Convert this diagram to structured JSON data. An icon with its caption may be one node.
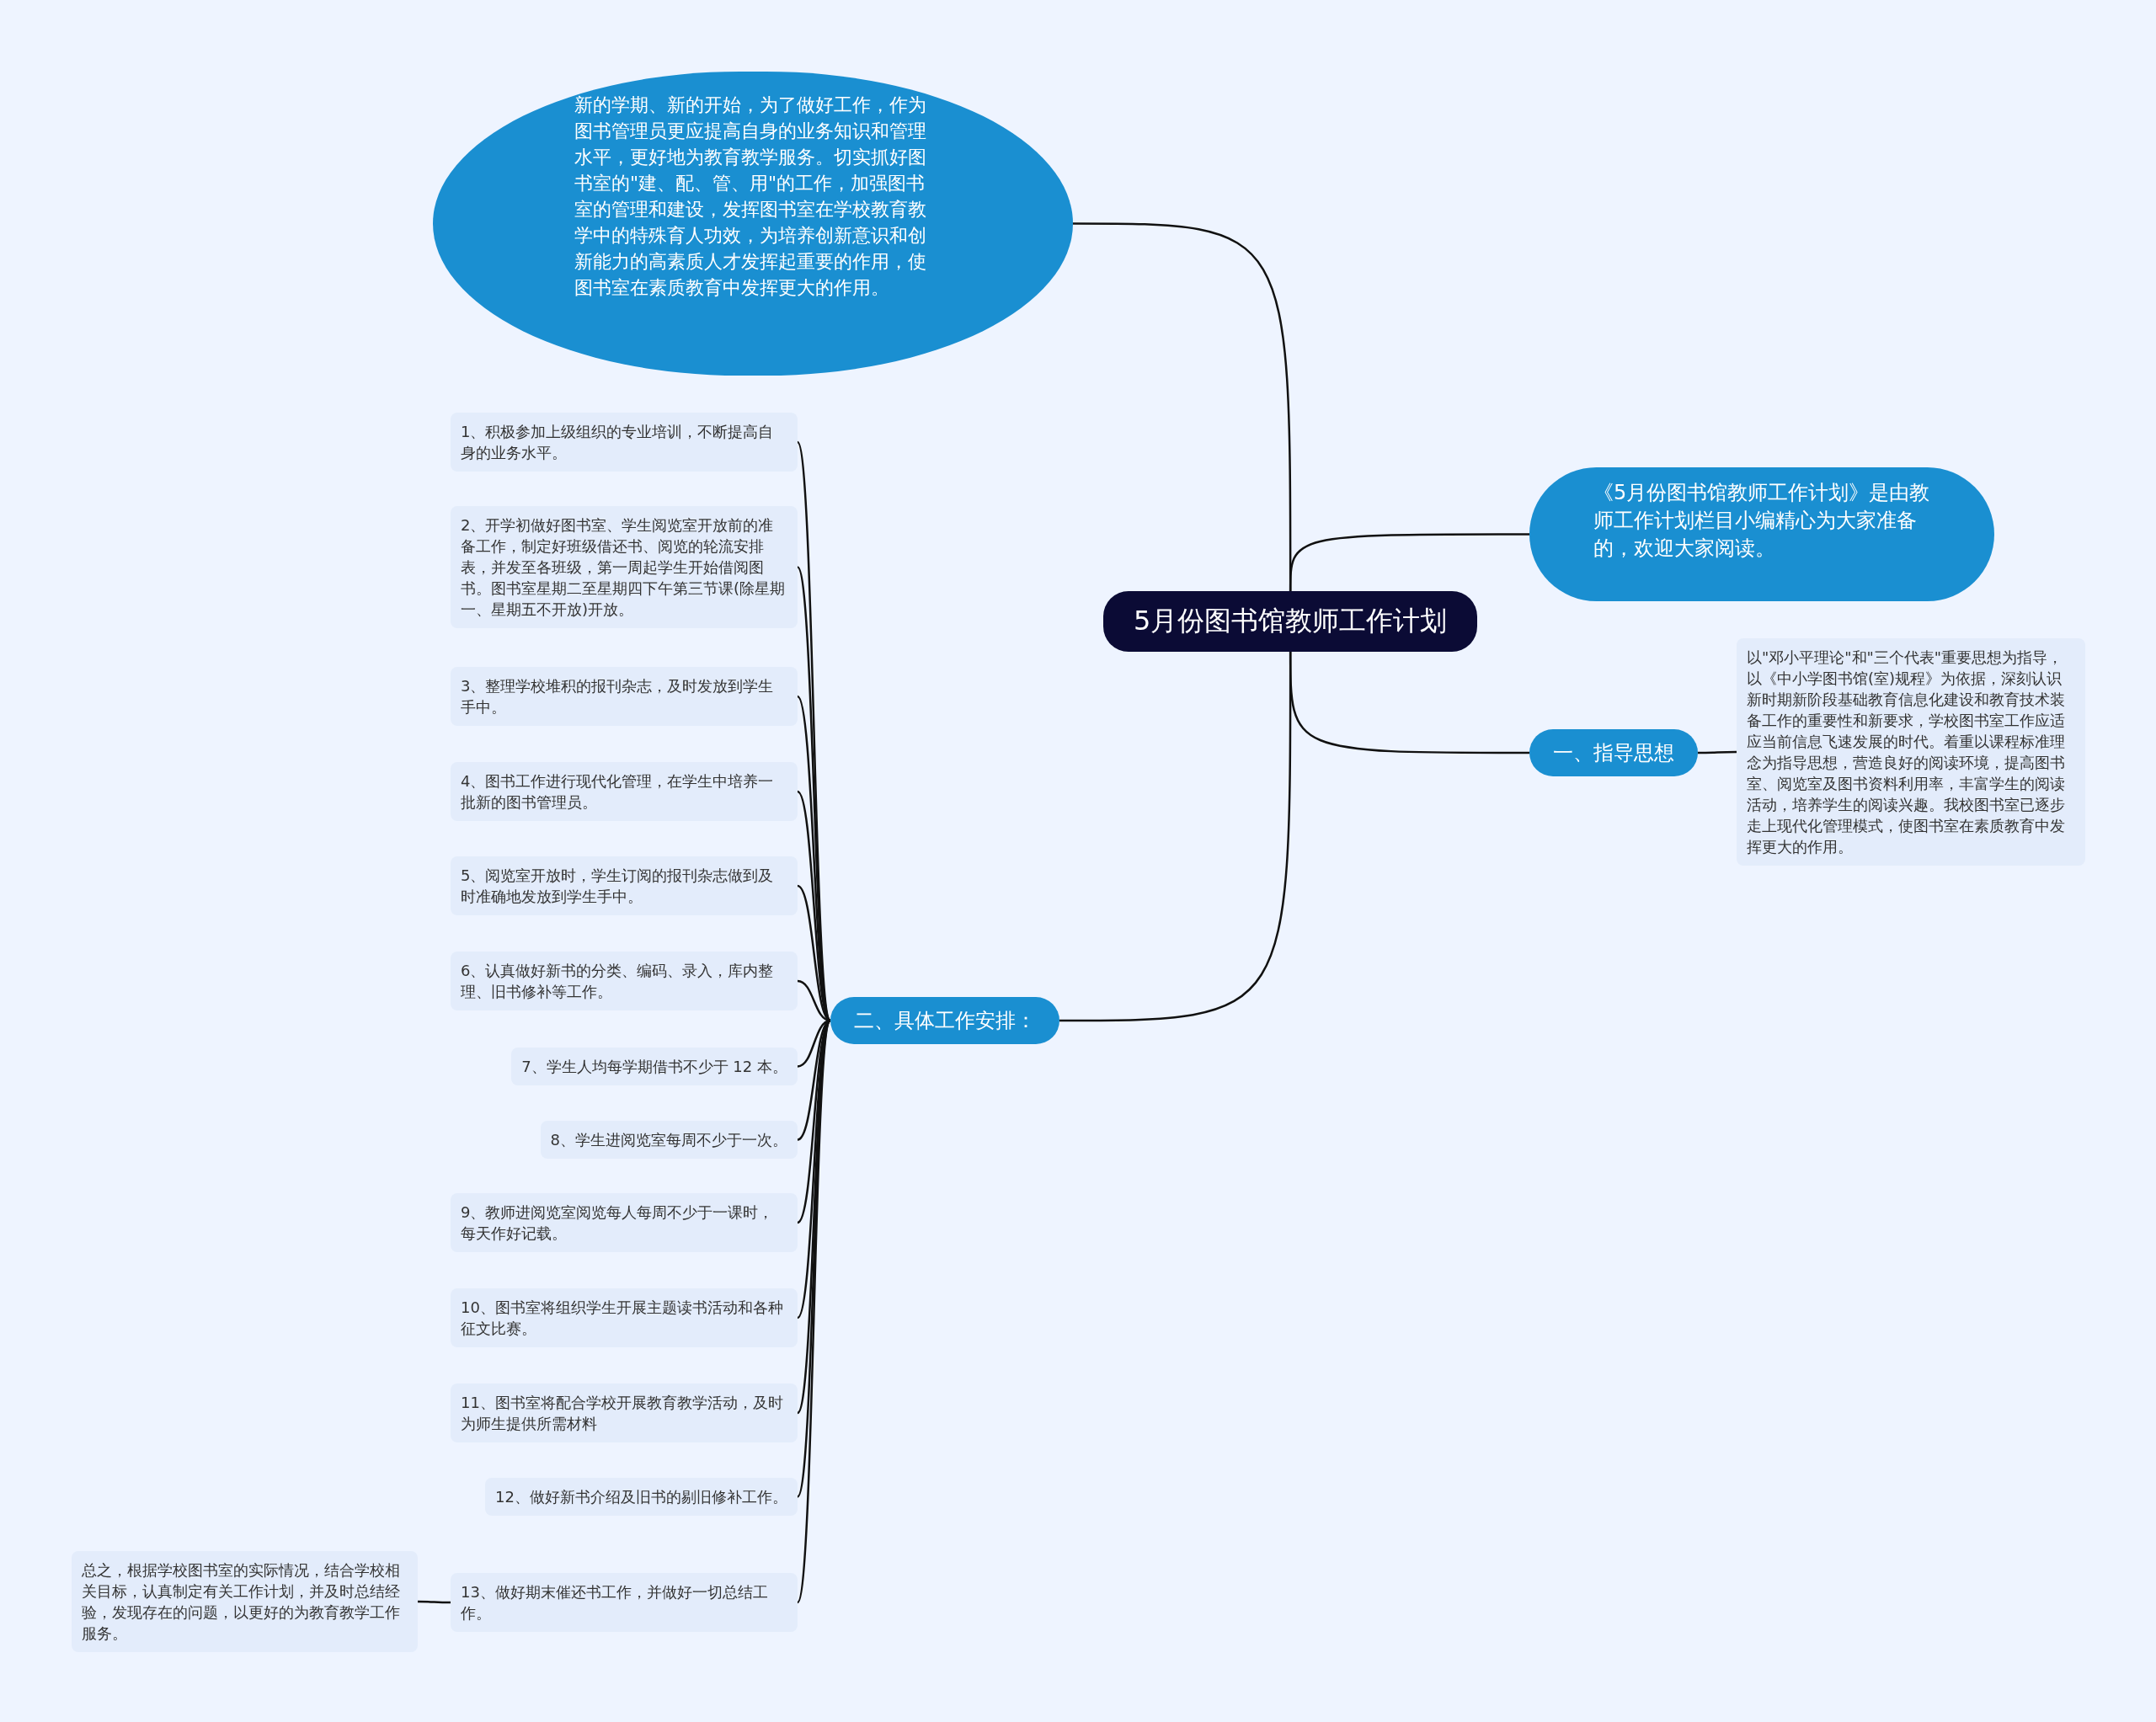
{
  "diagram": {
    "nodes": [
      {
        "text": [
          "5月份图书馆教师工作计划"
        ]
      },
      {
        "text": [
          "新的学期、新的开始，为了做好工作，作为图书管理员更应提高自身的业务知识和管理水平，更好地为教育教学服务。切实抓好图书室的\"建、配、管、用\"的工作，加强图书室的管理和建设，发挥图书室在学校教育教学中的特殊育人功效，为培养创新意识和创新能力的高素质人才发挥起重要的作用，使图书室在素质教育中发挥更大的作用。"
        ]
      },
      {
        "text": [
          "《5月份图书馆教师工作计划》是由教师工作计划栏目小编精心为大家准备的，欢迎大家阅读。"
        ]
      },
      {
        "text": [
          "一、指导思想"
        ]
      },
      {
        "text": [
          "以\"邓小平理论\"和\"三个代表\"重要思想为指导，以《中小学图书馆(室)规程》为依据，深刻认识新时期新阶段基础教育信息化建设和教育技术装备工作的重要性和新要求，学校图书室工作应适应当前信息飞速发展的时代。着重以课程标准理念为指导思想，营造良好的阅读环境，提高图书室、阅览室及图书资料利用率，丰富学生的阅读活动，培养学生的阅读兴趣。我校图书室已逐步走上现代化管理模式，使图书室在素质教育中发挥更大的作用。"
        ]
      },
      {
        "text": [
          "二、具体工作安排："
        ]
      },
      {
        "text": [
          "1、积极参加上级组织的专业培训，不断提高自身的业务水平。"
        ]
      },
      {
        "text": [
          "2、开学初做好图书室、学生阅览室开放前的准备工作，制定好班级借还书、阅览的轮流安排表，并发至各班级，第一周起学生开始借阅图书。图书室星期二至星期四下午第三节课(除星期一、星期五不开放)开放。"
        ]
      },
      {
        "text": [
          "3、整理学校堆积的报刊杂志，及时发放到学生手中。"
        ]
      },
      {
        "text": [
          "4、图书工作进行现代化管理，在学生中培养一批新的图书管理员。"
        ]
      },
      {
        "text": [
          "5、阅览室开放时，学生订阅的报刊杂志做到及时准确地发放到学生手中。"
        ]
      },
      {
        "text": [
          "6、认真做好新书的分类、编码、录入，库内整理、旧书修补等工作。"
        ]
      },
      {
        "text": [
          "7、学生人均每学期借书不少于 12 本。"
        ]
      },
      {
        "text": [
          "8、学生进阅览室每周不少于一次。"
        ]
      },
      {
        "text": [
          "9、教师进阅览室阅览每人每周不少于一课时，每天作好记载。"
        ]
      },
      {
        "text": [
          "10、图书室将组织学生开展主题读书活动和各种征文比赛。"
        ]
      },
      {
        "text": [
          "11、图书室将配合学校开展教育教学活动，及时为师生提供所需材料"
        ]
      },
      {
        "text": [
          "12、做好新书介绍及旧书的剔旧修补工作。"
        ]
      },
      {
        "text": [
          "13、做好期末催还书工作，并做好一切总结工作。"
        ]
      },
      {
        "text": [
          "总之，根据学校图书室的实际情况，结合学校相关目标，认真制定有关工作计划，并及时总结经验，发现存在的问题，以更好的为教育教学工作服务。"
        ]
      }
    ],
    "edges": [
      {
        "from": 0,
        "to": 1,
        "arrow": "none"
      },
      {
        "from": 0,
        "to": 2,
        "arrow": "none"
      },
      {
        "from": 0,
        "to": 3,
        "arrow": "none"
      },
      {
        "from": 0,
        "to": 5,
        "arrow": "none"
      },
      {
        "from": 3,
        "to": 4,
        "arrow": "none"
      },
      {
        "from": 5,
        "to": 6,
        "arrow": "none"
      },
      {
        "from": 5,
        "to": 7,
        "arrow": "none"
      },
      {
        "from": 5,
        "to": 8,
        "arrow": "none"
      },
      {
        "from": 5,
        "to": 9,
        "arrow": "none"
      },
      {
        "from": 5,
        "to": 10,
        "arrow": "none"
      },
      {
        "from": 5,
        "to": 11,
        "arrow": "none"
      },
      {
        "from": 5,
        "to": 12,
        "arrow": "none"
      },
      {
        "from": 5,
        "to": 13,
        "arrow": "none"
      },
      {
        "from": 5,
        "to": 14,
        "arrow": "none"
      },
      {
        "from": 5,
        "to": 15,
        "arrow": "none"
      },
      {
        "from": 5,
        "to": 16,
        "arrow": "none"
      },
      {
        "from": 5,
        "to": 17,
        "arrow": "none"
      },
      {
        "from": 5,
        "to": 18,
        "arrow": "none"
      },
      {
        "from": 18,
        "to": 19,
        "arrow": "none"
      }
    ]
  }
}
